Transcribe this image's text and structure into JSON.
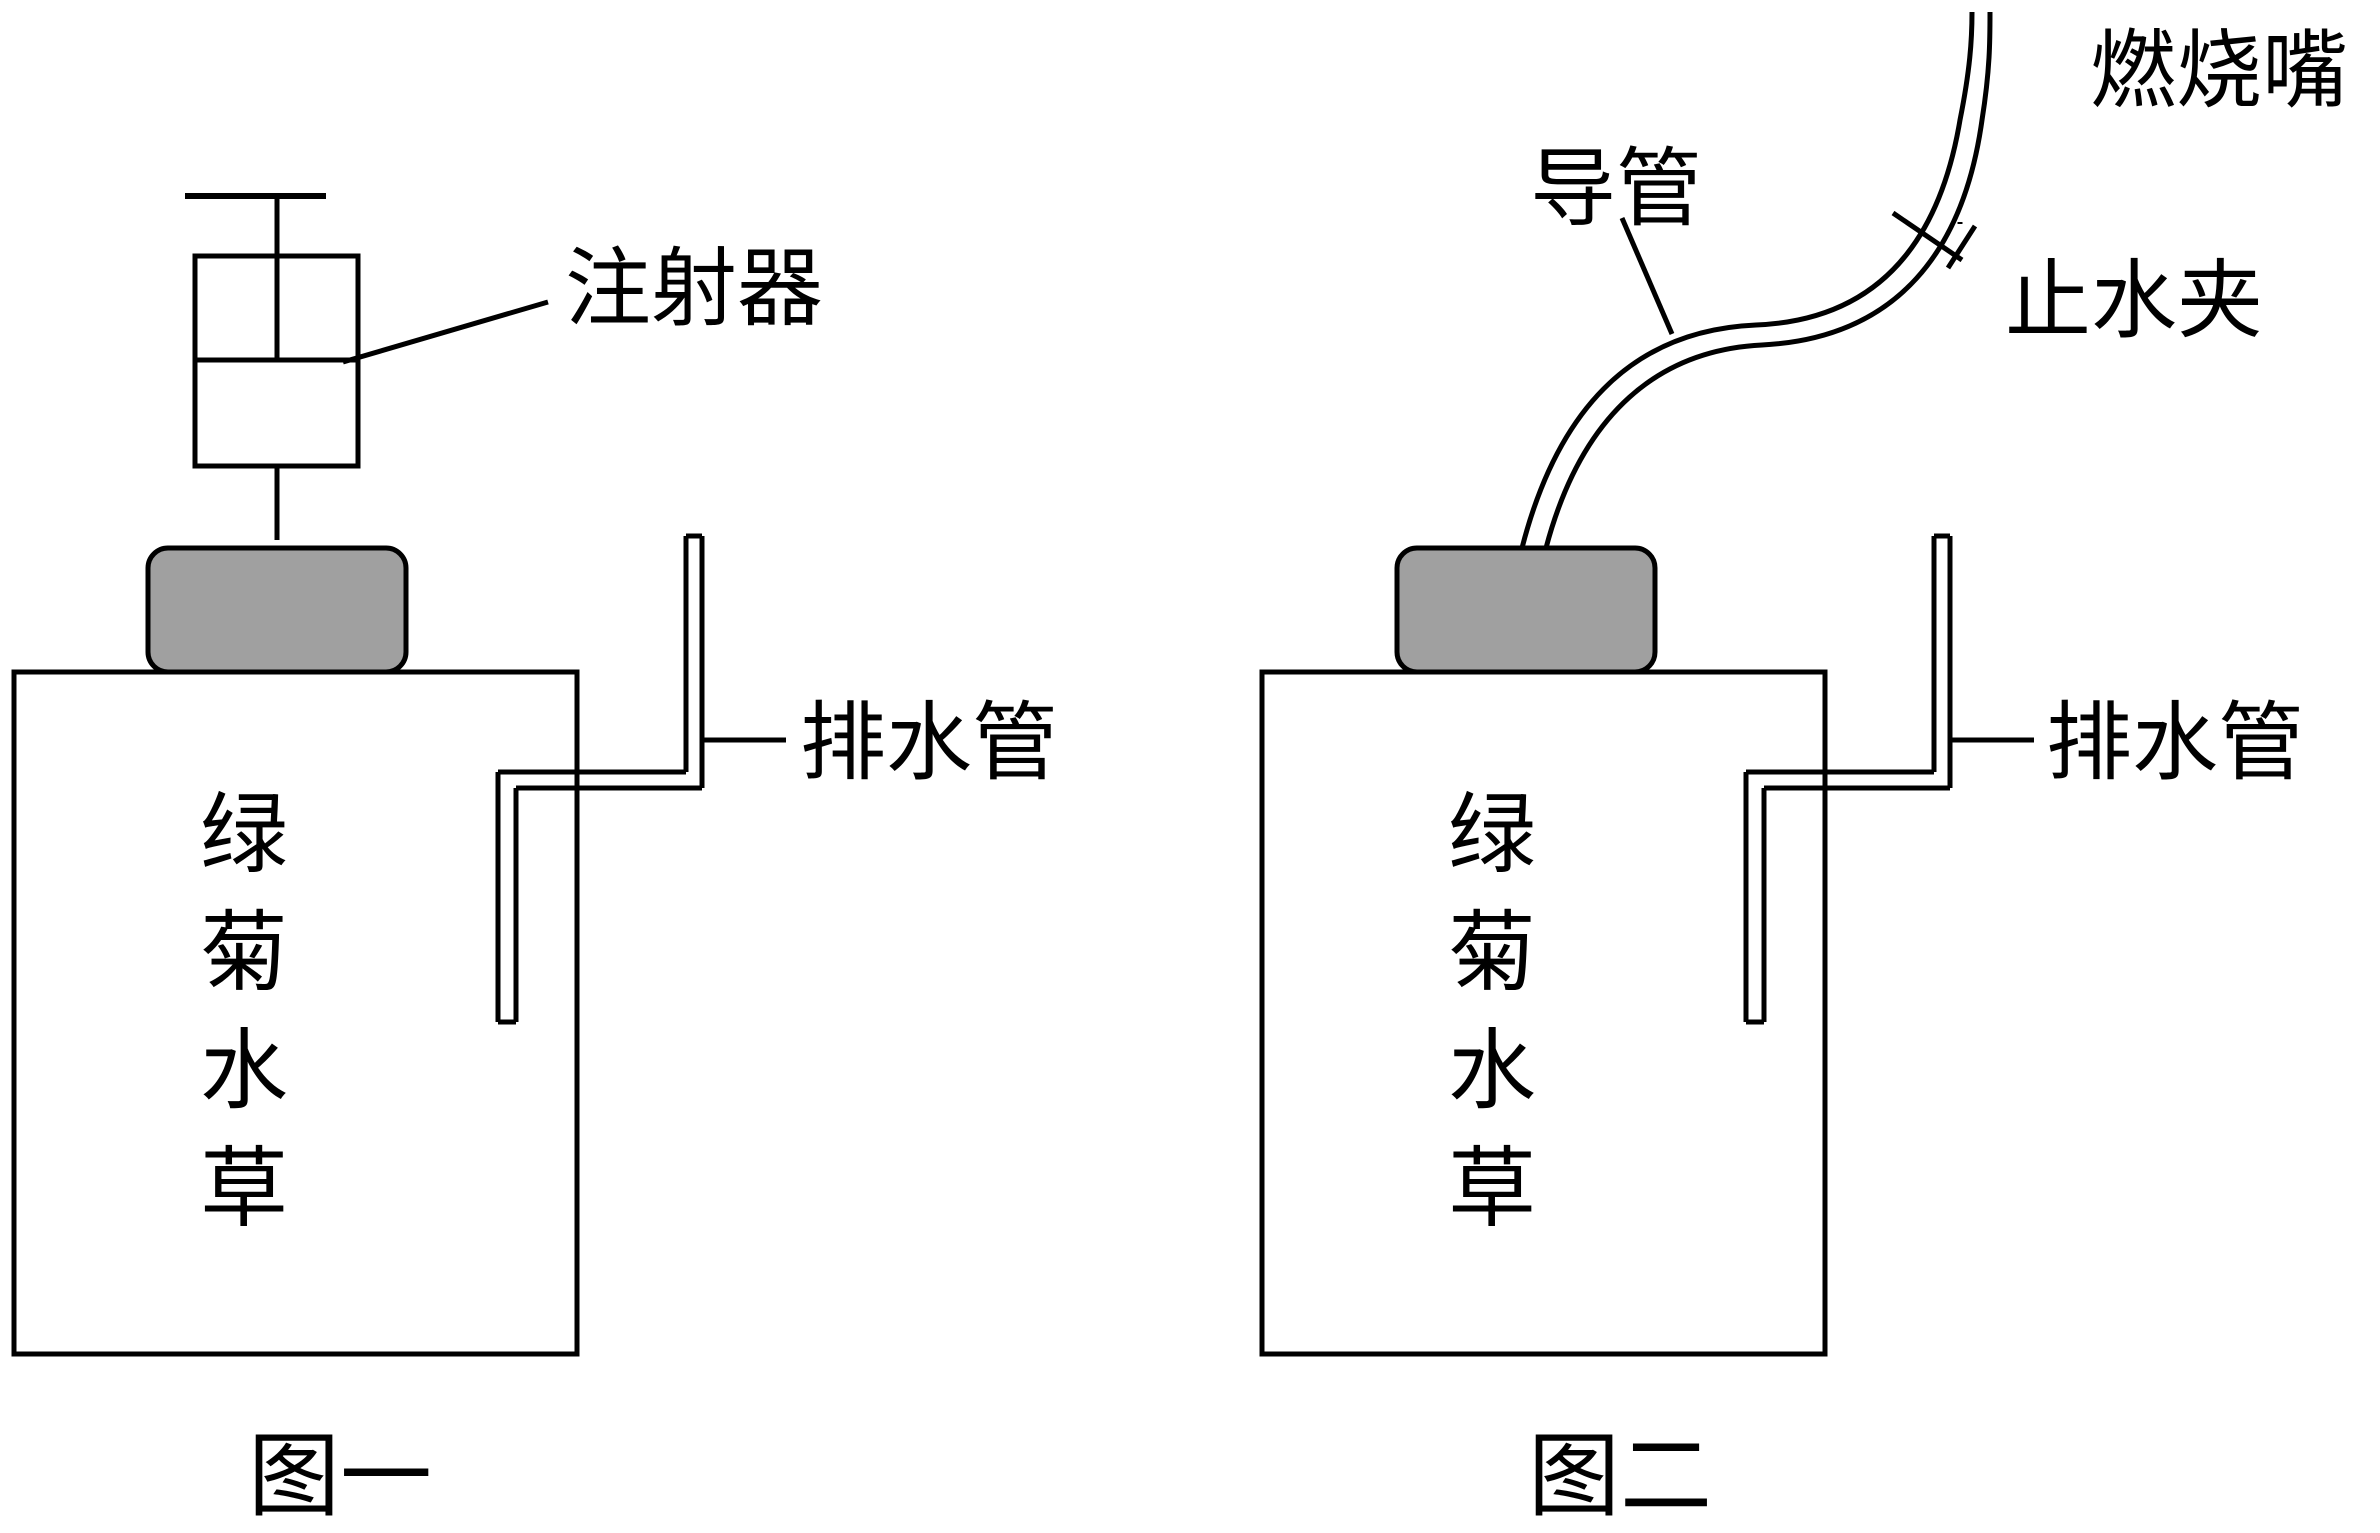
{
  "figure_one": {
    "caption": "图一",
    "tank_label": [
      "绿",
      "菊",
      "水",
      "草"
    ],
    "syringe_label": "注射器",
    "drain_label": "排水管"
  },
  "figure_two": {
    "caption": "图二",
    "tank_label": [
      "绿",
      "菊",
      "水",
      "草"
    ],
    "tube_label": "导管",
    "clamp_label": "止水夹",
    "nozzle_label": "燃烧嘴",
    "drain_label": "排水管"
  },
  "colors": {
    "stroke": "#000000",
    "stopper_fill": "#a0a0a0",
    "background": "#ffffff"
  }
}
